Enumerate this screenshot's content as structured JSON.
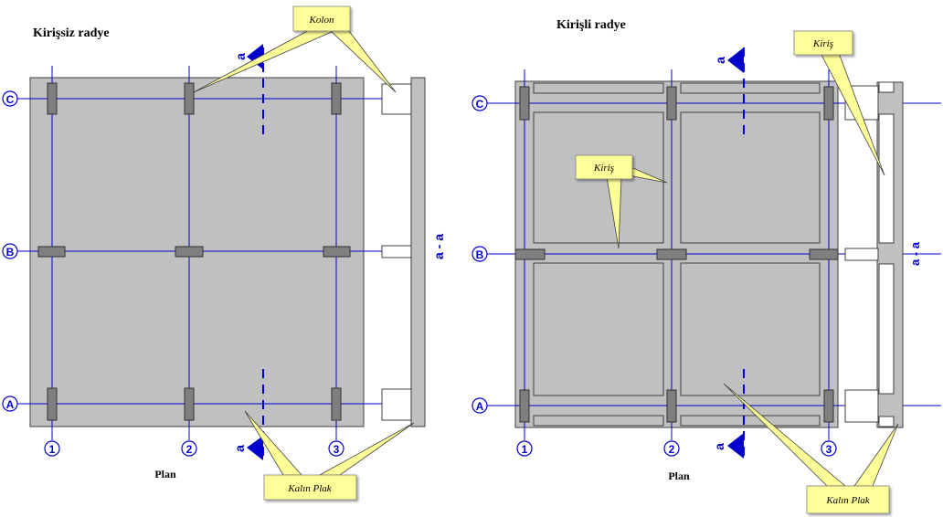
{
  "left": {
    "title": "Kirişsiz radye",
    "plan_label": "Plan",
    "section_mark": "a",
    "section_title": "a - a",
    "callouts": {
      "column": "Kolon",
      "slab": "Kalın Plak"
    }
  },
  "right": {
    "title": "Kirişli radye",
    "plan_label": "Plan",
    "section_mark": "a",
    "section_title": "a - a",
    "callouts": {
      "beam_top": "Kiriş",
      "beam_center": "Kiriş",
      "slab": "Kalın Plak"
    }
  },
  "axes": {
    "rows": [
      "C",
      "B",
      "A"
    ],
    "cols": [
      "1",
      "2",
      "3"
    ]
  },
  "colors": {
    "slab": "#c0c0c0",
    "column": "#7f7f7f",
    "axis": "#0000cc",
    "callout": "#ffff99",
    "outline": "#404040"
  }
}
